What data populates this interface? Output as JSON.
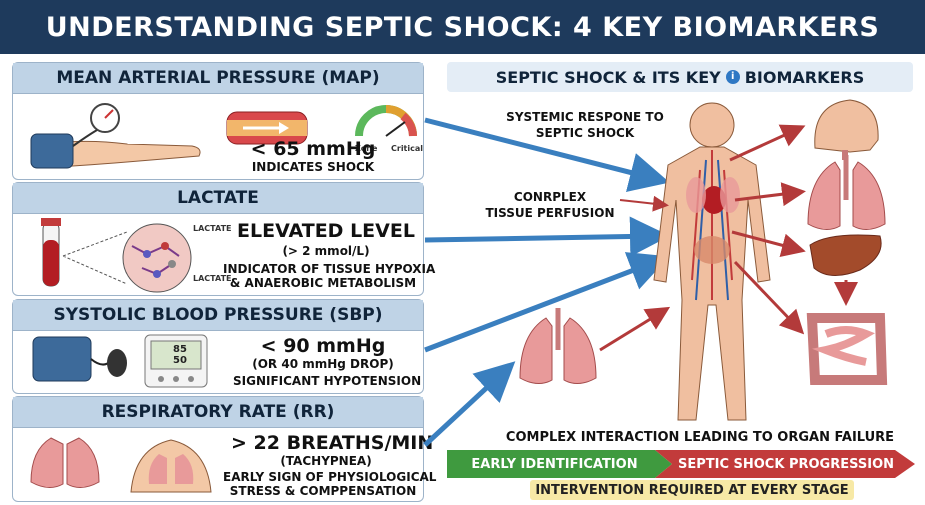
{
  "title": "UNDERSTANDING SEPTIC SHOCK: 4 KEY BIOMARKERS",
  "map": {
    "header": "MEAN ARTERIAL PRESSURE (MAP)",
    "value": "< 65 mmHg",
    "note": "INDICATES SHOCK",
    "gauge_zone": "Zone",
    "gauge_critical": "Critical"
  },
  "lactate": {
    "header": "LACTATE",
    "value": "ELEVATED LEVEL",
    "range": "(> 2 mmol/L)",
    "note_line1": "INDICATOR OF TISSUE HYPOXIA",
    "note_line2": "& ANAEROBIC METABOLISM",
    "tag1": "LACTATE",
    "tag2": "LACTATE"
  },
  "sbp": {
    "header": "SYSTOLIC BLOOD PRESSURE (SBP)",
    "value": "< 90 mmHg",
    "sub": "(OR 40 mmHg DROP)",
    "note": "SIGNIFICANT HYPOTENSION",
    "monitor_top": "85",
    "monitor_bottom": "50"
  },
  "rr": {
    "header": "RESPIRATORY RATE (RR)",
    "value": "> 22 BREATHS/MIN",
    "sub": "(TACHYPNEA)",
    "note_line1": "EARLY SIGN OF PHYSIOLOGICAL",
    "note_line2": "STRESS & COMPPENSATION"
  },
  "right": {
    "header_left": "SEPTIC SHOCK & ITS KEY",
    "header_right": "BIOMARKERS",
    "label1_line1": "SYSTEMIC RESPONE TO",
    "label1_line2": "SEPTIC SHOCK",
    "label2_line1": "CONRPLEX",
    "label2_line2": "TISSUE PERFUSION",
    "interaction": "COMPLEX INTERACTION LEADING TO ORGAN FAILURE",
    "early": "EARLY IDENTIFICATION",
    "progression": "SEPTIC SHOCK PROGRESSION",
    "intervention": "INTERVENTION REQUIRED AT EVERY STAGE"
  },
  "colors": {
    "title_bg": "#1e3a5c",
    "card_header": "#bfd3e6",
    "arrow_blue": "#3a7fbf",
    "arrow_red": "#b33a3a",
    "green": "#3f9a3f",
    "red": "#c23b3b",
    "highlight": "#f7e9a6"
  }
}
